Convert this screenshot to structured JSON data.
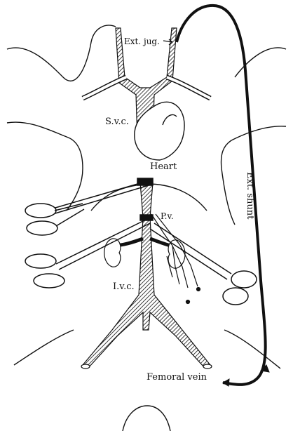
{
  "labels": {
    "ext_jug": "Ext. jug.",
    "svc": "S.v.c.",
    "heart": "Heart",
    "pv": "P.v.",
    "ivc": "I.v.c.",
    "femoral_vein": "Femoral vein",
    "ext_shunt": "Ext. shunt"
  },
  "colors": {
    "line": "#111111",
    "background": "#ffffff"
  }
}
